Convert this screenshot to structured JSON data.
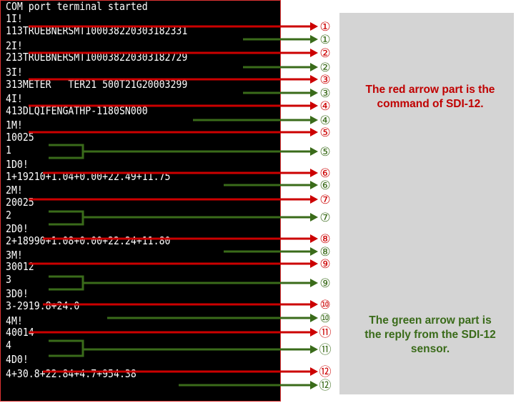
{
  "terminal": {
    "lines": [
      "COM port terminal started",
      "1I!",
      "113TRUEBNERSMT100038220303182331",
      "2I!",
      "213TRUEBNERSMT100038220303182729",
      "3I!",
      "313METER   TER21 500T21G20003299",
      "4I!",
      "413DLQIFENGATHP-1180SN000",
      "1M!",
      "10025",
      "1",
      "1D0!",
      "1+19210+1.04+0.00+22.49+11.75",
      "2M!",
      "20025",
      "2",
      "2D0!",
      "2+18990+1.08+0.00+22.24+11.80",
      "3M!",
      "30012",
      "3",
      "3D0!",
      "3-2919.8+24.0",
      "4M!",
      "40014",
      "4",
      "4D0!",
      "4+30.8+22.84+4.7+954.38"
    ]
  },
  "notes": {
    "red": [
      "The red arrow part is the",
      "command of SDI-12."
    ],
    "green": [
      "The green arrow part is",
      "the reply from the SDI-12",
      "sensor."
    ]
  },
  "markers": {
    "commands": [
      "①",
      "②",
      "③",
      "④",
      "⑤",
      "⑥",
      "⑦",
      "⑧",
      "⑨",
      "⑩",
      "⑪",
      "⑫"
    ],
    "replies": [
      "①",
      "②",
      "③",
      "④",
      "⑤",
      "⑥",
      "⑦",
      "⑧",
      "⑨",
      "⑩",
      "⑪",
      "⑫"
    ]
  },
  "colors": {
    "command_arrow": "#cc0000",
    "reply_arrow": "#3a6b1a",
    "terminal_bg": "#000000",
    "terminal_text": "#ffffff",
    "note_panel": "#d4d4d4"
  }
}
